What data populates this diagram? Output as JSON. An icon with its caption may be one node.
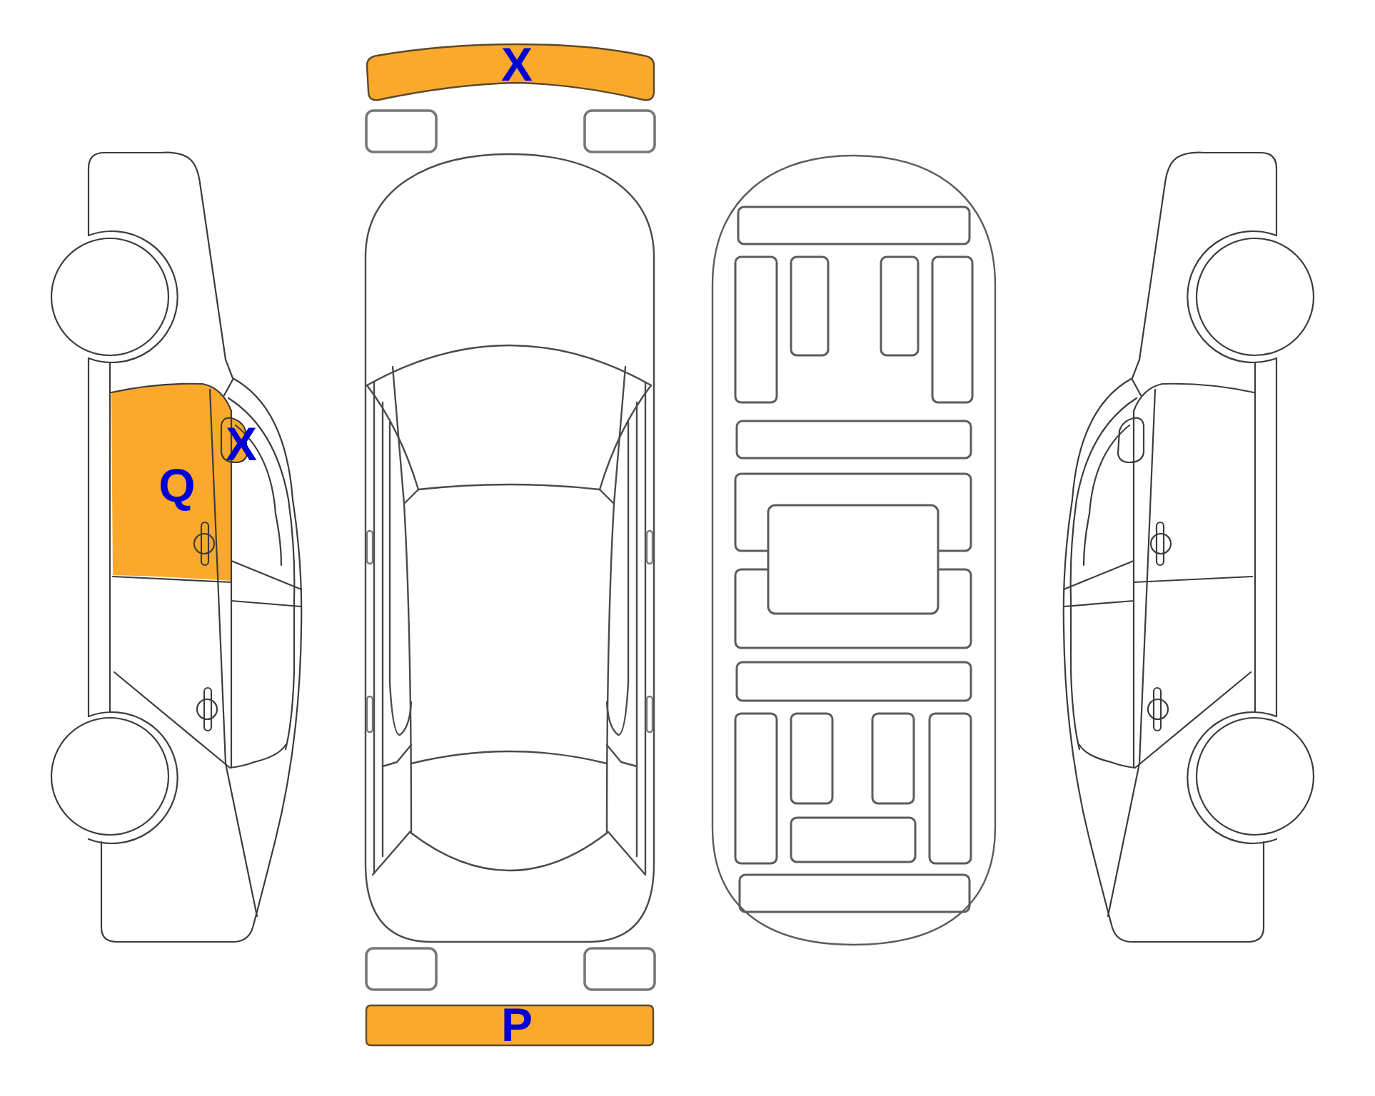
{
  "diagram": {
    "nodes": [
      {
        "text": [
          "X"
        ]
      },
      {
        "text": [
          "Q"
        ]
      },
      {
        "text": [
          "X"
        ]
      },
      {
        "text": [
          "P"
        ]
      }
    ]
  }
}
